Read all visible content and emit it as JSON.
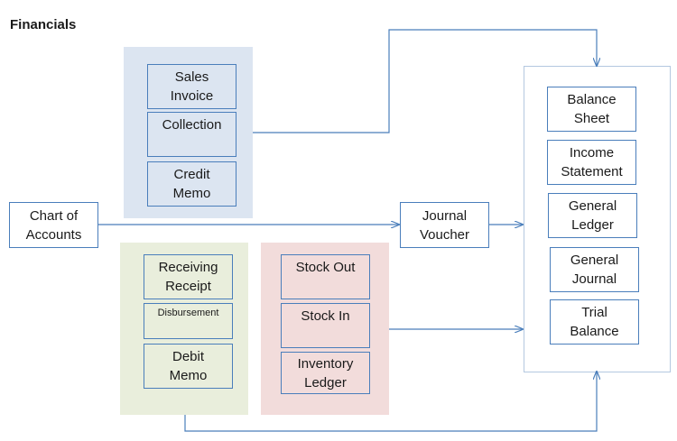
{
  "title": "Financials",
  "nodes": {
    "sales_invoice": "Sales\nInvoice",
    "collection": "Collection",
    "credit_memo": "Credit\nMemo",
    "chart_of_accounts": "Chart of\nAccounts",
    "journal_voucher": "Journal\nVoucher",
    "receiving_receipt": "Receiving\nReceipt",
    "disbursement": "Disbursement",
    "debit_memo": "Debit\nMemo",
    "stock_out": "Stock Out",
    "stock_in": "Stock In",
    "inventory_ledger": "Inventory\nLedger",
    "balance_sheet": "Balance\nSheet",
    "income_statement": "Income\nStatement",
    "general_ledger": "General\nLedger",
    "general_journal": "General\nJournal",
    "trial_balance": "Trial\nBalance"
  },
  "colors": {
    "connector": "#4a7ebb",
    "sales_group": "#dce5f1",
    "purchase_group": "#e9eedc",
    "inventory_group": "#f2dcdb",
    "reports_border": "#b4c8e0"
  }
}
